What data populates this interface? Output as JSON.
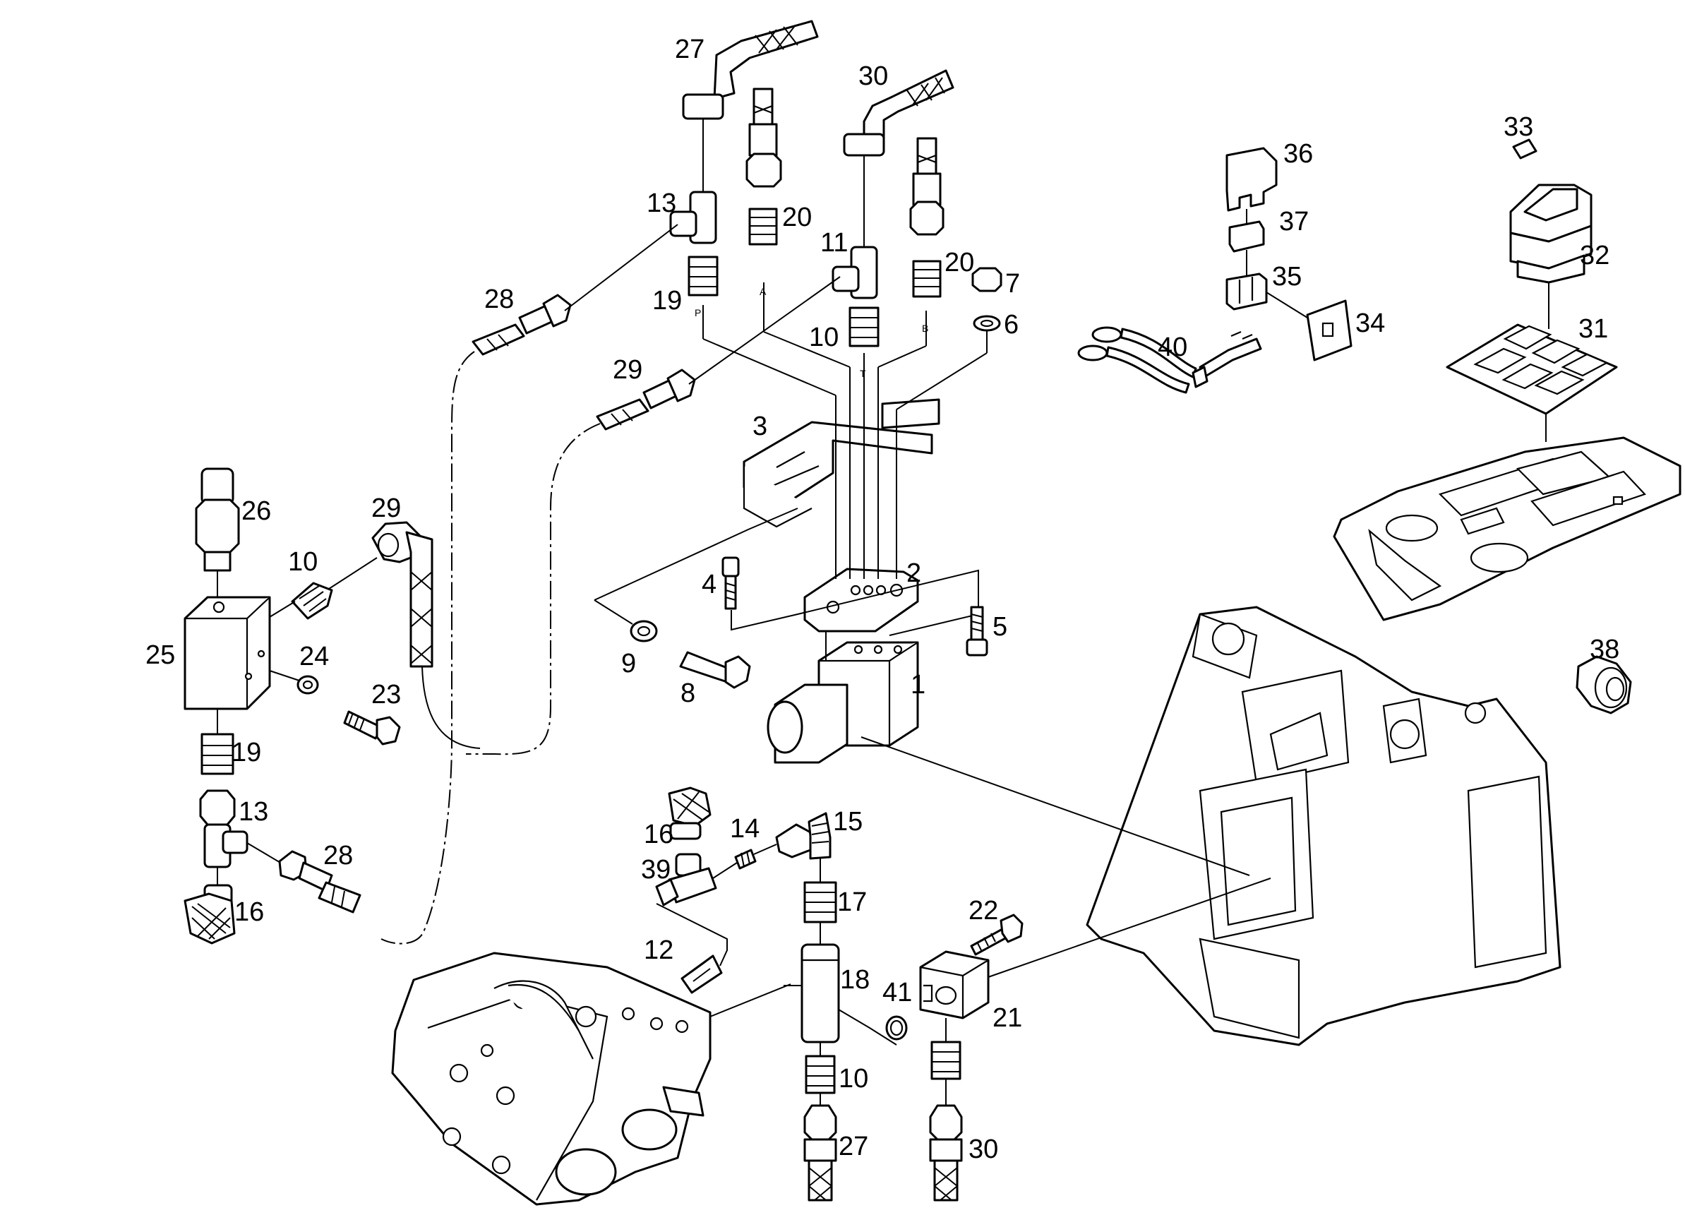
{
  "callouts": [
    {
      "id": "1",
      "label": "1"
    },
    {
      "id": "2",
      "label": "2"
    },
    {
      "id": "3",
      "label": "3"
    },
    {
      "id": "4",
      "label": "4"
    },
    {
      "id": "5",
      "label": "5"
    },
    {
      "id": "6",
      "label": "6"
    },
    {
      "id": "7",
      "label": "7"
    },
    {
      "id": "8",
      "label": "8"
    },
    {
      "id": "9",
      "label": "9"
    },
    {
      "id": "10a",
      "label": "10"
    },
    {
      "id": "10b",
      "label": "10"
    },
    {
      "id": "10c",
      "label": "10"
    },
    {
      "id": "11",
      "label": "11"
    },
    {
      "id": "12",
      "label": "12"
    },
    {
      "id": "13a",
      "label": "13"
    },
    {
      "id": "13b",
      "label": "13"
    },
    {
      "id": "14",
      "label": "14"
    },
    {
      "id": "15",
      "label": "15"
    },
    {
      "id": "16a",
      "label": "16"
    },
    {
      "id": "16b",
      "label": "16"
    },
    {
      "id": "17",
      "label": "17"
    },
    {
      "id": "18",
      "label": "18"
    },
    {
      "id": "19a",
      "label": "19"
    },
    {
      "id": "19b",
      "label": "19"
    },
    {
      "id": "20a",
      "label": "20"
    },
    {
      "id": "20b",
      "label": "20"
    },
    {
      "id": "21",
      "label": "21"
    },
    {
      "id": "22",
      "label": "22"
    },
    {
      "id": "23",
      "label": "23"
    },
    {
      "id": "24",
      "label": "24"
    },
    {
      "id": "25",
      "label": "25"
    },
    {
      "id": "26",
      "label": "26"
    },
    {
      "id": "27a",
      "label": "27"
    },
    {
      "id": "27b",
      "label": "27"
    },
    {
      "id": "28a",
      "label": "28"
    },
    {
      "id": "28b",
      "label": "28"
    },
    {
      "id": "29a",
      "label": "29"
    },
    {
      "id": "29b",
      "label": "29"
    },
    {
      "id": "30a",
      "label": "30"
    },
    {
      "id": "30b",
      "label": "30"
    },
    {
      "id": "31",
      "label": "31"
    },
    {
      "id": "32",
      "label": "32"
    },
    {
      "id": "33",
      "label": "33"
    },
    {
      "id": "34",
      "label": "34"
    },
    {
      "id": "35",
      "label": "35"
    },
    {
      "id": "36",
      "label": "36"
    },
    {
      "id": "37",
      "label": "37"
    },
    {
      "id": "38",
      "label": "38"
    },
    {
      "id": "39",
      "label": "39"
    },
    {
      "id": "40",
      "label": "40"
    },
    {
      "id": "41",
      "label": "41"
    }
  ],
  "ports": [
    {
      "id": "P",
      "label": "P"
    },
    {
      "id": "A",
      "label": "A"
    },
    {
      "id": "T",
      "label": "T"
    },
    {
      "id": "B",
      "label": "B"
    }
  ]
}
